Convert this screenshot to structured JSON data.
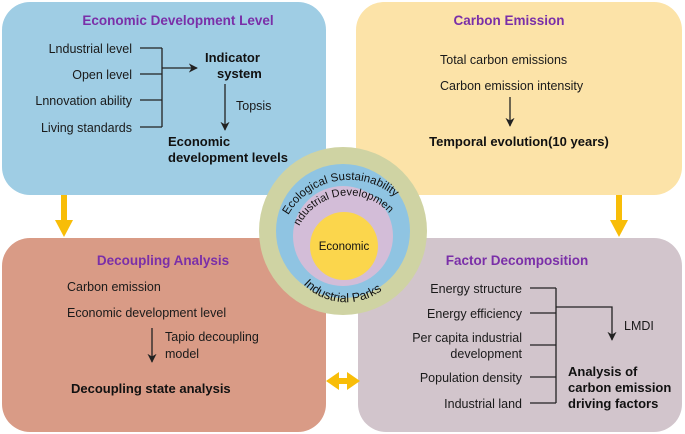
{
  "colors": {
    "econ_box": "#9fcde4",
    "carbon_box": "#fce3a8",
    "decoupling_box": "#d99b86",
    "factor_box": "#d2c5cc",
    "title_purple": "#7a2fa8",
    "arrow_gold": "#f8bd08",
    "ring_outer": "#cfd3a3",
    "ring_blue": "#8fc4e2",
    "ring_lilac": "#d3bdd8",
    "core_yellow": "#fbd64c"
  },
  "econ": {
    "title": "Economic Development Level",
    "items": [
      "Lndustrial level",
      "Open level",
      "Lnnovation ability",
      "Living standards"
    ],
    "indicator_1": "Indicator",
    "indicator_2": "system",
    "method": "Topsis",
    "result_1": "Economic",
    "result_2": "development levels"
  },
  "carbon": {
    "title": "Carbon Emission",
    "item_1": "Total carbon emissions",
    "item_2": "Carbon emission intensity",
    "result": "Temporal evolution(10 years)"
  },
  "decoupling": {
    "title": "Decoupling Analysis",
    "item_1": "Carbon emission",
    "item_2": "Economic development level",
    "method_1": "Tapio decoupling",
    "method_2": "model",
    "result": "Decoupling state analysis"
  },
  "factor": {
    "title": "Factor Decomposition",
    "items": [
      "Energy structure",
      "Energy efficiency",
      "Per capita industrial",
      "development",
      "Population density",
      "Industrial land"
    ],
    "method": "LMDI",
    "result_1": "Analysis of",
    "result_2": "carbon emission",
    "result_3": "driving factors"
  },
  "center": {
    "ring_outer": "Ecological Sustainability",
    "ring_inner": "Industrial Development",
    "core": "Economic",
    "base": "Industrial Parks"
  }
}
